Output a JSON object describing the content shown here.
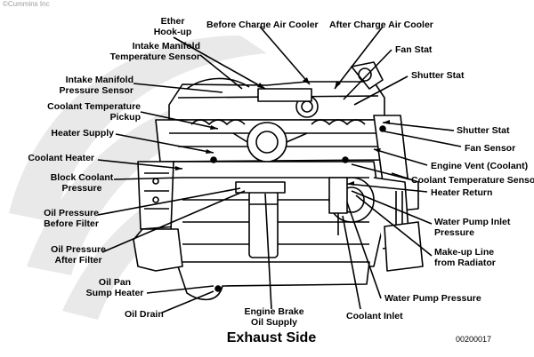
{
  "copyright": "©Cummins Inc",
  "caption": "Exhaust Side",
  "figure_code": "00200017",
  "labels": {
    "ether_hookup": "Ether\nHook-up",
    "before_cac": "Before Charge Air Cooler",
    "after_cac": "After Charge Air Cooler",
    "intake_manifold_temp": "Intake Manifold\nTemperature Sensor",
    "fan_stat": "Fan Stat",
    "shutter_stat_top": "Shutter Stat",
    "intake_manifold_pressure": "Intake Manifold\nPressure Sensor",
    "coolant_temp_pickup": "Coolant Temperature\nPickup",
    "shutter_stat_right": "Shutter Stat",
    "heater_supply": "Heater Supply",
    "fan_sensor": "Fan Sensor",
    "coolant_heater": "Coolant Heater",
    "engine_vent": "Engine Vent (Coolant)",
    "block_coolant_pressure": "Block Coolant\nPressure",
    "coolant_temp_sensor": "Coolant Temperature Sensor",
    "heater_return": "Heater Return",
    "oil_pressure_before": "Oil Pressure\nBefore Filter",
    "water_pump_inlet": "Water Pump Inlet\nPressure",
    "oil_pressure_after": "Oil Pressure\nAfter Filter",
    "makeup_line": "Make-up Line\nfrom Radiator",
    "oil_pan_heater": "Oil Pan\nSump Heater",
    "water_pump_pressure": "Water Pump Pressure",
    "oil_drain": "Oil Drain",
    "engine_brake_supply": "Engine Brake\nOil Supply",
    "coolant_inlet": "Coolant Inlet"
  }
}
